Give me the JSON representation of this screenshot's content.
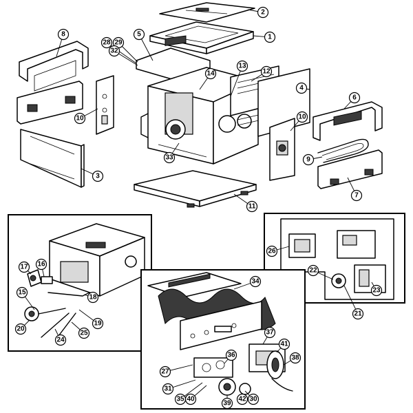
{
  "diagram": {
    "callouts": [
      {
        "id": "c1",
        "label": "1"
      },
      {
        "id": "c2",
        "label": "2"
      },
      {
        "id": "c3",
        "label": "3"
      },
      {
        "id": "c4",
        "label": "4"
      },
      {
        "id": "c5",
        "label": "5"
      },
      {
        "id": "c6",
        "label": "6"
      },
      {
        "id": "c7",
        "label": "7"
      },
      {
        "id": "c8",
        "label": "8"
      },
      {
        "id": "c9",
        "label": "9"
      },
      {
        "id": "c10a",
        "label": "10"
      },
      {
        "id": "c10b",
        "label": "10"
      },
      {
        "id": "c11",
        "label": "11"
      },
      {
        "id": "c12",
        "label": "12"
      },
      {
        "id": "c13",
        "label": "13"
      },
      {
        "id": "c14",
        "label": "14"
      },
      {
        "id": "c15",
        "label": "15"
      },
      {
        "id": "c16",
        "label": "16"
      },
      {
        "id": "c17",
        "label": "17"
      },
      {
        "id": "c18",
        "label": "18"
      },
      {
        "id": "c19",
        "label": "19"
      },
      {
        "id": "c20",
        "label": "20"
      },
      {
        "id": "c21",
        "label": "21"
      },
      {
        "id": "c22",
        "label": "22"
      },
      {
        "id": "c23",
        "label": "23"
      },
      {
        "id": "c24",
        "label": "24"
      },
      {
        "id": "c25",
        "label": "25"
      },
      {
        "id": "c26",
        "label": "26"
      },
      {
        "id": "c27",
        "label": "27"
      },
      {
        "id": "c28",
        "label": "28"
      },
      {
        "id": "c29",
        "label": "29"
      },
      {
        "id": "c30",
        "label": "30"
      },
      {
        "id": "c31",
        "label": "31"
      },
      {
        "id": "c32",
        "label": "32"
      },
      {
        "id": "c33",
        "label": "33"
      },
      {
        "id": "c34",
        "label": "34"
      },
      {
        "id": "c35",
        "label": "35"
      },
      {
        "id": "c36",
        "label": "36"
      },
      {
        "id": "c37",
        "label": "37"
      },
      {
        "id": "c38",
        "label": "38"
      },
      {
        "id": "c39",
        "label": "39"
      },
      {
        "id": "c40",
        "label": "40"
      },
      {
        "id": "c41",
        "label": "41"
      },
      {
        "id": "c42",
        "label": "42"
      }
    ]
  }
}
